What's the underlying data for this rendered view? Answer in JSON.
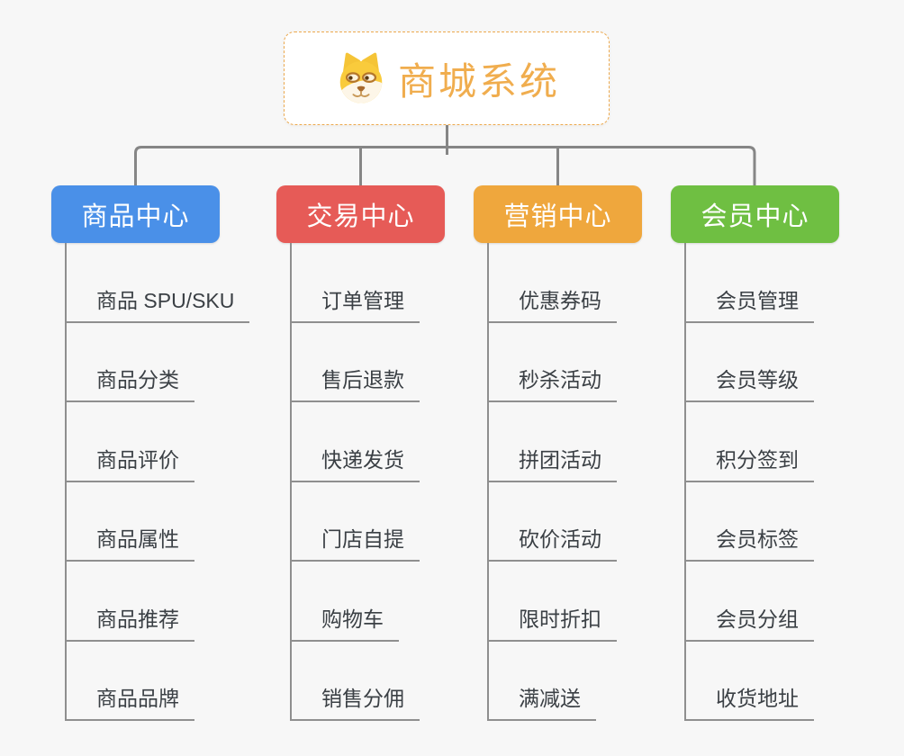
{
  "palette": {
    "background": "#F7F7F7",
    "connector": "#868686",
    "leaf_line": "#8F8F8F",
    "leaf_text": "#3B4045"
  },
  "root": {
    "title": "商城系统",
    "title_color": "#F0AD4E",
    "border_color": "#ECA94E",
    "icon": "doge-icon"
  },
  "branches": [
    {
      "label": "商品中心",
      "color": "#4A90E8",
      "items": [
        "商品 SPU/SKU",
        "商品分类",
        "商品评价",
        "商品属性",
        "商品推荐",
        "商品品牌"
      ]
    },
    {
      "label": "交易中心",
      "color": "#E65B57",
      "items": [
        "订单管理",
        "售后退款",
        "快递发货",
        "门店自提",
        "购物车",
        "销售分佣"
      ]
    },
    {
      "label": "营销中心",
      "color": "#EFA73D",
      "items": [
        "优惠券码",
        "秒杀活动",
        "拼团活动",
        "砍价活动",
        "限时折扣",
        "满减送"
      ]
    },
    {
      "label": "会员中心",
      "color": "#6FBF42",
      "items": [
        "会员管理",
        "会员等级",
        "积分签到",
        "会员标签",
        "会员分组",
        "收货地址"
      ]
    }
  ]
}
